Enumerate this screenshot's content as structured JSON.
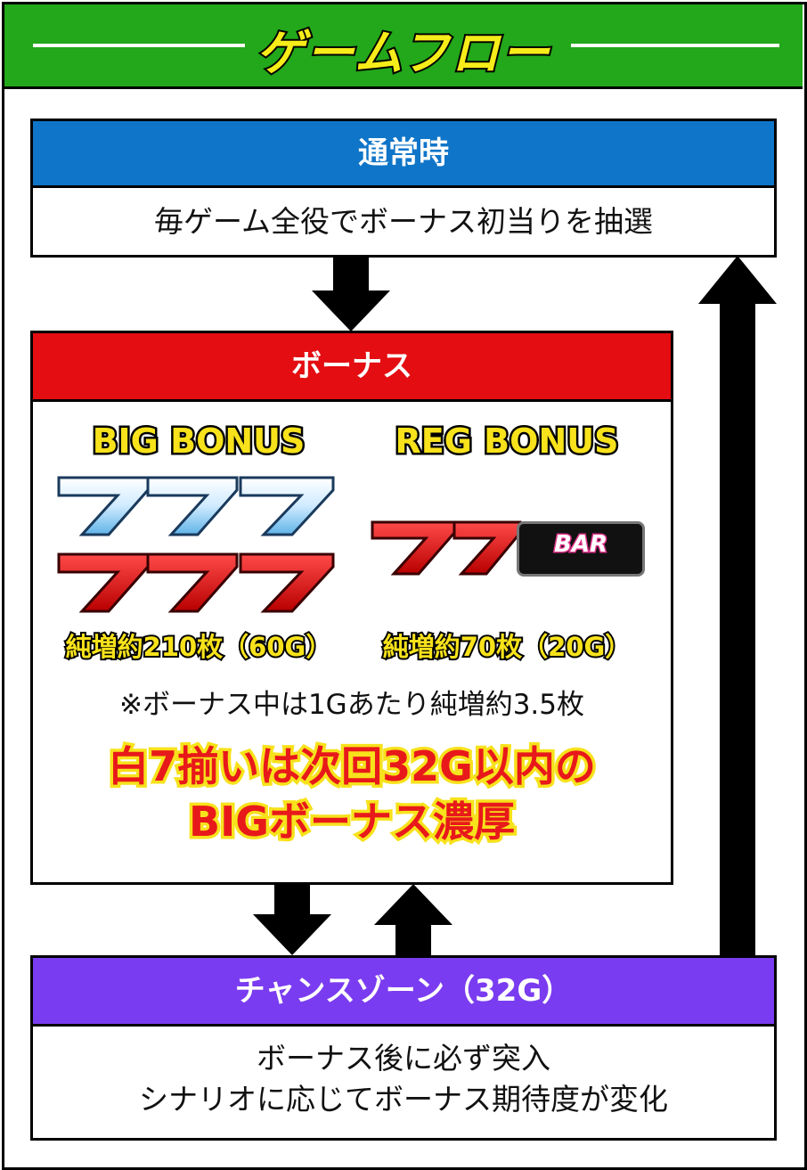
{
  "header": {
    "title": "ゲームフロー"
  },
  "normal": {
    "title": "通常時",
    "description": "毎ゲーム全役でボーナス初当りを抽選",
    "color": "#0f75c8"
  },
  "bonus": {
    "title": "ボーナス",
    "color": "#e30d12",
    "big": {
      "title": "BIG BONUS",
      "payout": "純増約210枚（60G）"
    },
    "reg": {
      "title": "REG BONUS",
      "payout": "純増約70枚（20G）",
      "bar_label": "BAR"
    },
    "note": "※ボーナス中は1Gあたり純増約3.5枚",
    "highlight_line1": "白7揃いは次回32G以内の",
    "highlight_line2": "BIGボーナス濃厚"
  },
  "chance": {
    "title": "チャンスゾーン（32G）",
    "color": "#7a3cf0",
    "line1": "ボーナス後に必ず突入",
    "line2": "シナリオに応じてボーナス期待度が変化"
  },
  "icons": {
    "white_sevens": "white-seven-icon",
    "red_sevens": "red-seven-icon",
    "bar": "bar-symbol-icon"
  }
}
